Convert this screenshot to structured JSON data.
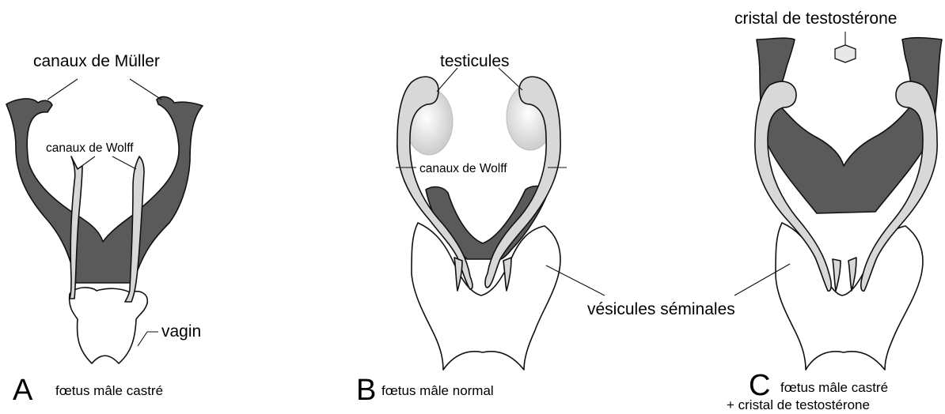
{
  "panelA": {
    "letter": "A",
    "caption": "fœtus mâle castré",
    "label_muller": "canaux de Müller",
    "label_wolff": "canaux de Wolff",
    "label_vagin": "vagin"
  },
  "panelB": {
    "letter": "B",
    "caption": "fœtus mâle normal",
    "label_testicules": "testicules",
    "label_wolff": "canaux de Wolff",
    "label_vesicules": "vésicules séminales"
  },
  "panelC": {
    "letter": "C",
    "caption_line1": "fœtus mâle castré",
    "caption_line2": "+ cristal de testostérone",
    "label_cristal": "cristal de testostérone"
  },
  "colors": {
    "muller": "#5a5a5a",
    "wolff": "#d8d8d8",
    "testis": "#dcdcdc",
    "outline": "#111111"
  }
}
